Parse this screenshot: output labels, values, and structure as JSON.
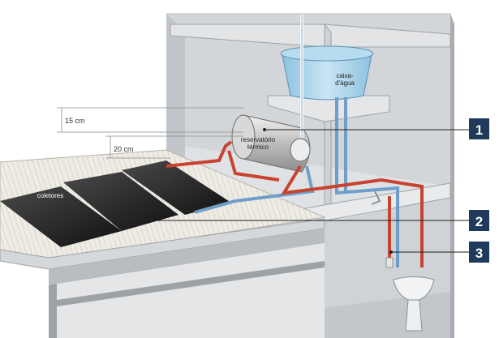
{
  "labels": {
    "tank": "caixa-\nd'água",
    "reservoir": "reservatório\ntérmico",
    "collectors": "coletores",
    "dim_15": "15 cm",
    "dim_20": "20 cm"
  },
  "callouts": [
    "1",
    "2",
    "3"
  ],
  "colors": {
    "hot_pipe": "#c8432f",
    "cold_pipe": "#6f9fc8",
    "callout_bg": "#1f3a5a",
    "tank": "#a9d2ea"
  }
}
